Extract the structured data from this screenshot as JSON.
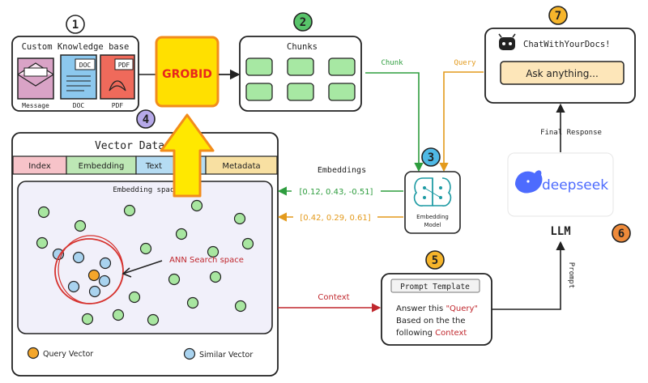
{
  "colors": {
    "step_number_green": "#58c46a",
    "step_number_yellow": "#f6b52b",
    "step_number_purple": "#b6a9e9",
    "step_number_orange": "#ee8a3a",
    "grobid_fill": "#ffe000",
    "grobid_text": "#e8261c",
    "arrow_green": "#2e9d3e",
    "arrow_orange": "#e39a1c",
    "arrow_red": "#c0272d",
    "chunk_fill": "#a7e8a3",
    "dot_green": "#a8e6a0",
    "dot_blue": "#a9d3ef",
    "dot_orange": "#f4a62a",
    "vector_panel": "#f1f0fa",
    "ask_fill": "#fde6b9",
    "deepseek_blue": "#4d6bfe"
  },
  "steps": {
    "s1": "1",
    "s2": "2",
    "s3": "3",
    "s4": "4",
    "s5": "5",
    "s6": "6",
    "s7": "7"
  },
  "knowledge_base": {
    "title": "Custom Knowledge base",
    "items": [
      {
        "label": "Message",
        "icon": "envelope-icon"
      },
      {
        "label": "DOC",
        "tag": "DOC",
        "icon": "doc-file-icon"
      },
      {
        "label": "PDF",
        "tag": "PDF",
        "icon": "pdf-file-icon"
      }
    ]
  },
  "grobid": {
    "label": "GROBID"
  },
  "chunks": {
    "title": "Chunks"
  },
  "chatbox": {
    "title": "ChatWithYourDocs!",
    "input_placeholder": "Ask anything...",
    "icon": "robot-icon"
  },
  "arrows": {
    "chunk": "Chunk",
    "query": "Query",
    "final_response": "Final Response",
    "embeddings": "Embeddings",
    "context": "Context",
    "prompt": "Prompt"
  },
  "vector_db": {
    "title": "Vector Data",
    "columns": [
      "Index",
      "Embedding",
      "Text",
      "Metadata"
    ],
    "space_label": "Embedding space",
    "ann_label": "ANN Search space",
    "legend": {
      "query": "Query Vector",
      "similar": "Similar Vector"
    }
  },
  "embeddings": {
    "vector_1": "[0.12, 0.43, -0.51]",
    "vector_2": "[0.42, 0.29, 0.61]"
  },
  "embedding_model": {
    "label_line1": "Embedding",
    "label_line2": "Model"
  },
  "prompt_template": {
    "title": "Prompt Template",
    "line1_prefix": "Answer this ",
    "line1_highlight": "\"Query\"",
    "line2": "Based on the the",
    "line3_prefix": "following ",
    "line3_highlight": "Context"
  },
  "llm": {
    "label": "LLM",
    "brand": "deepseek"
  }
}
